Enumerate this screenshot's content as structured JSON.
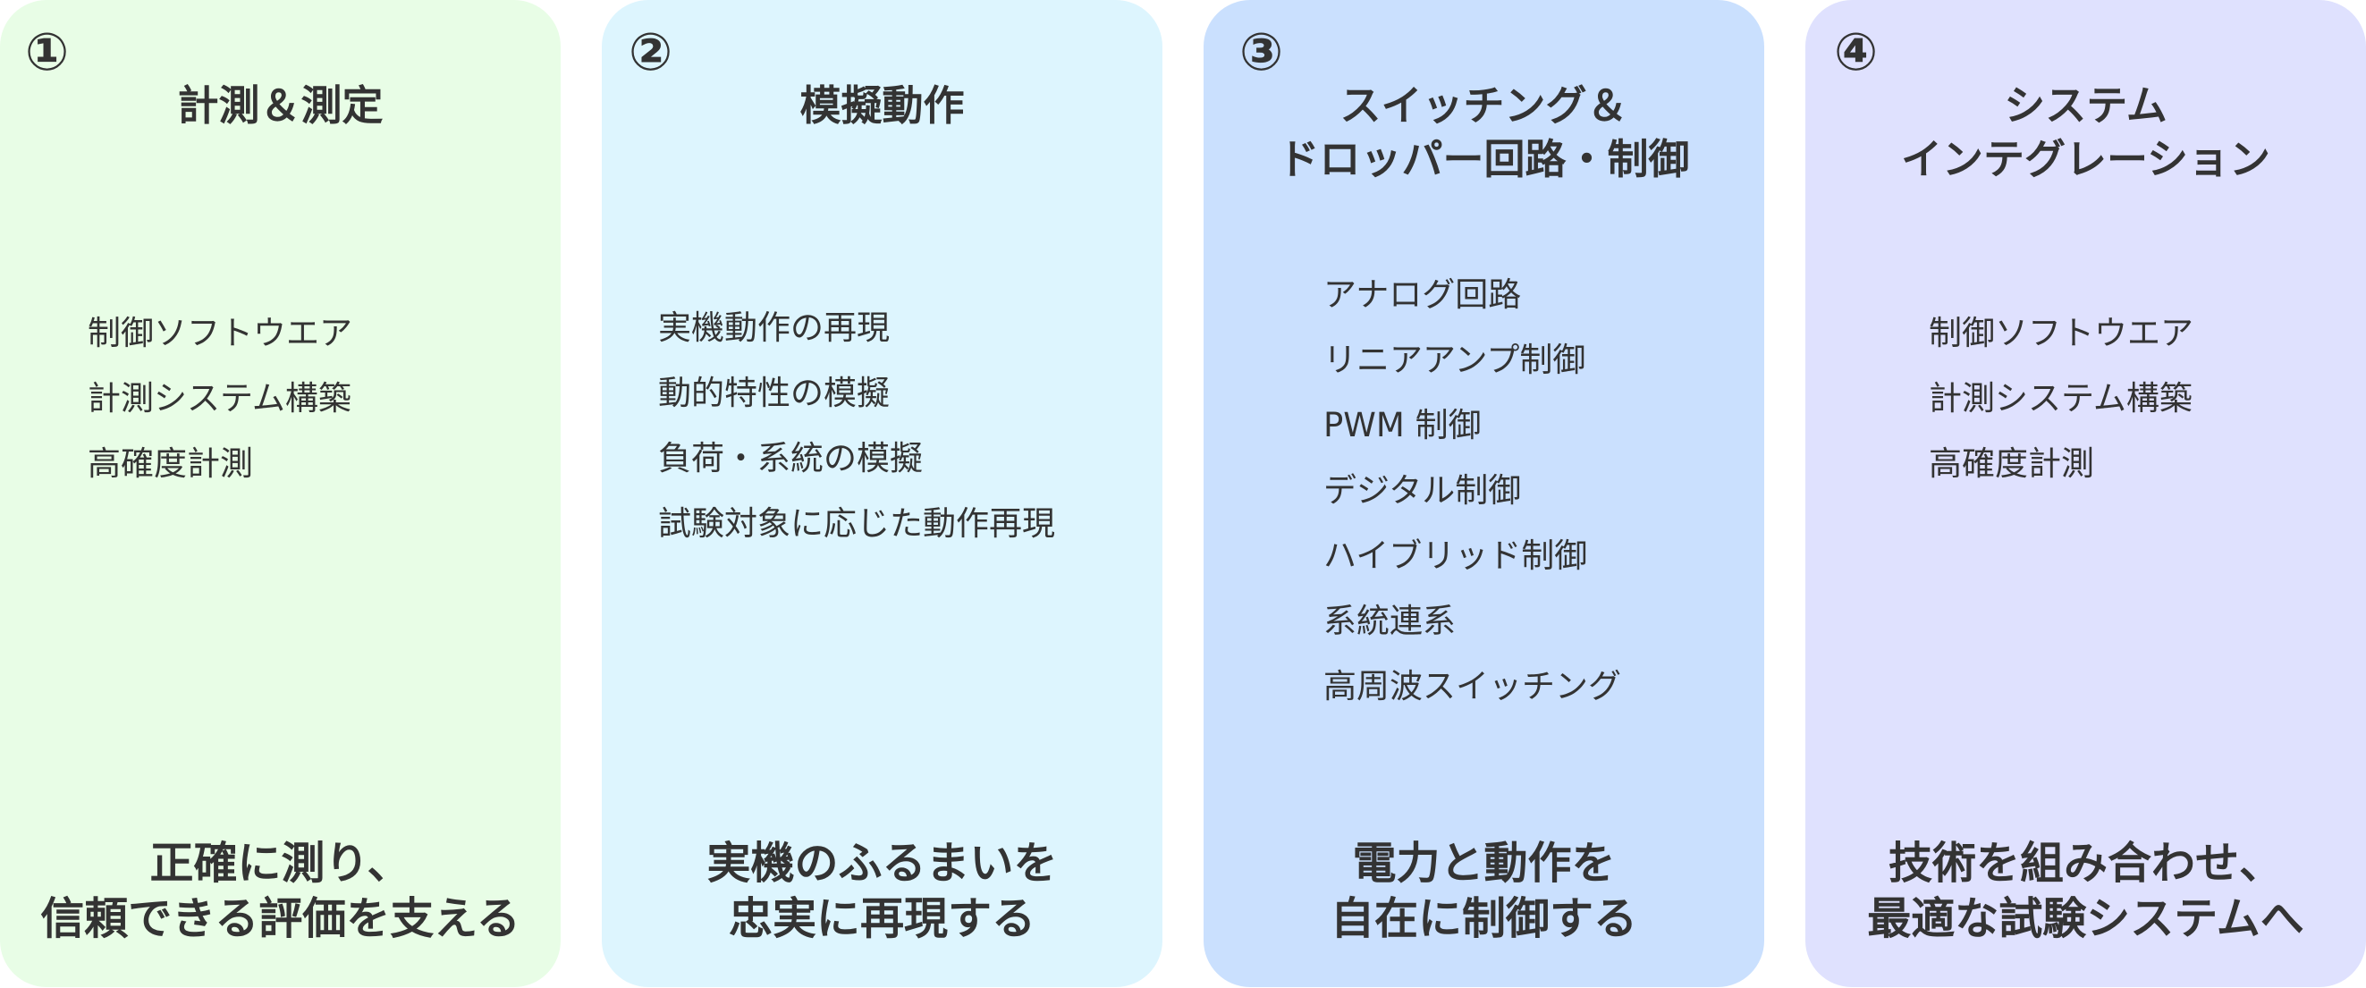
{
  "cards": [
    {
      "number": "①",
      "title": "計測＆測定",
      "background": "#e8fde6",
      "items": [
        "制御ソフトウエア",
        "計測システム構築",
        "高確度計測"
      ],
      "tagline": "正確に測り、\n信頼できる評価を支える"
    },
    {
      "number": "②",
      "title": "模擬動作",
      "background": "#ddf5fe",
      "items": [
        "実機動作の再現",
        "動的特性の模擬",
        "負荷・系統の模擬",
        "試験対象に応じた動作再現"
      ],
      "tagline": "実機のふるまいを\n忠実に再現する"
    },
    {
      "number": "③",
      "title": "スイッチング＆\nドロッパー回路・制御",
      "background": "#cae0fe",
      "items": [
        "アナログ回路",
        "リニアアンプ制御",
        "PWM 制御",
        "デジタル制御",
        "ハイブリッド制御",
        "系統連系",
        "高周波スイッチング"
      ],
      "tagline": "電力と動作を\n自在に制御する"
    },
    {
      "number": "④",
      "title": "システム\nインテグレーション",
      "background": "#dfe1fe",
      "items": [
        "制御ソフトウエア",
        "計測システム構築",
        "高確度計測"
      ],
      "tagline": "技術を組み合わせ、\n最適な試験システムへ"
    }
  ]
}
